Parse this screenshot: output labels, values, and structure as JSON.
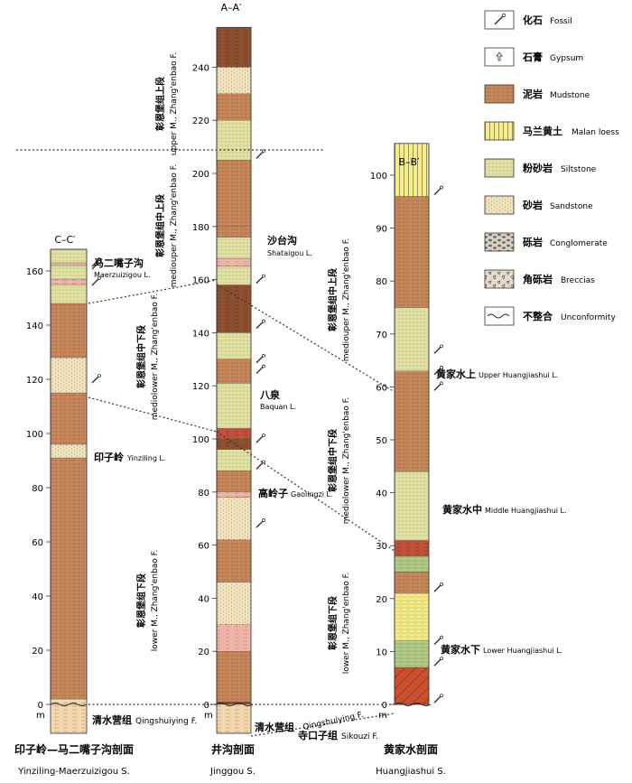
{
  "sections": {
    "cc": {
      "header": "C–C′",
      "name_cn": "印子岭—马二嘴子沟剖面",
      "name_en": "Yinziling-Maerzuizigou S.",
      "ticks": [
        "0",
        "20",
        "40",
        "60",
        "80",
        "100",
        "120",
        "140",
        "160"
      ],
      "m_label": "m"
    },
    "aa": {
      "header": "A–A′",
      "name_cn": "井沟剖面",
      "name_en": "Jinggou S.",
      "ticks": [
        "0",
        "20",
        "40",
        "60",
        "80",
        "100",
        "120",
        "140",
        "160",
        "180",
        "200",
        "220",
        "240"
      ],
      "m_label": "m"
    },
    "bb": {
      "header": "B–B′",
      "name_cn": "黄家水剖面",
      "name_en": "Huangjiashui S.",
      "ticks": [
        "0",
        "10",
        "20",
        "30",
        "40",
        "50",
        "60",
        "70",
        "80",
        "90",
        "100"
      ],
      "m_label": "m"
    }
  },
  "formations": {
    "aa_upper_cn": "彰恩堡组上段",
    "aa_upper_en": "upper M., Zhang'enbao F.",
    "aa_mu_cn": "彰恩堡组中上段",
    "aa_mu_en": "mediouper M., Zhang'enbao F.",
    "aa_ml_cn": "彰恩堡组中下段",
    "aa_ml_en": "mediolower M., Zhang'enbao F.",
    "aa_lower_cn": "彰恩堡组下段",
    "aa_lower_en": "lower M., Zhang'enbao F.",
    "bb_mu_cn": "彰恩堡组中上段",
    "bb_mu_en": "mediouper M., Zhang'enbao F.",
    "bb_ml_cn": "彰恩堡组中下段",
    "bb_ml_en": "mediolower M., Zhang'enbao F.",
    "bb_lower_cn": "彰恩堡组下段",
    "bb_lower_en": "lower M., Zhang'enbao F."
  },
  "layer_labels": {
    "maerzuizigou_cn": "马二嘴子沟",
    "maerzuizigou_en": "Maerzuizigou L.",
    "yinziling_cn": "印子岭",
    "yinziling_en": "Yinziling L.",
    "qingshuiying_cc_cn": "清水营组",
    "qingshuiying_cc_en": "Qingshuiying F.",
    "shataigou_cn": "沙台沟",
    "shataigou_en": "Shataigou L.",
    "baquan_cn": "八泉",
    "baquan_en": "Baquan L.",
    "gaolingzi_cn": "高岭子",
    "gaolingzi_en": "Gaolingzi L.",
    "qingshuiying_aa_cn": "清水营组",
    "qingshuiying_aa_en": "Qingshuiying F.",
    "sikouzi_cn": "寺口子组",
    "sikouzi_en": "Sikouzi F.",
    "upper_hjs_cn": "黄家水上",
    "upper_hjs_en": "Upper Huangjiashui L.",
    "middle_hjs_cn": "黄家水中",
    "middle_hjs_en": "Middle Huangjiashui L.",
    "lower_hjs_cn": "黄家水下",
    "lower_hjs_en": "Lower Huangjiashui L."
  },
  "legend": [
    {
      "cn": "化石",
      "en": "Fossil",
      "icon": "fossil-icon"
    },
    {
      "cn": "石膏",
      "en": "Gypsum",
      "icon": "gypsum-icon"
    },
    {
      "cn": "泥岩",
      "en": "Mudstone",
      "icon": "mudstone-icon"
    },
    {
      "cn": "马兰黄土",
      "en": "Malan loess",
      "icon": "malan-loess-icon"
    },
    {
      "cn": "粉砂岩",
      "en": "Siltstone",
      "icon": "siltstone-icon"
    },
    {
      "cn": "砂岩",
      "en": "Sandstone",
      "icon": "sandstone-icon"
    },
    {
      "cn": "砾岩",
      "en": "Conglomerate",
      "icon": "conglomerate-icon"
    },
    {
      "cn": "角砾岩",
      "en": "Breccias",
      "icon": "breccias-icon"
    },
    {
      "cn": "不整合",
      "en": "Unconformity",
      "icon": "unconformity-icon"
    }
  ],
  "colors": {
    "mudstone": "#c8875a",
    "siltstone": "#e6e6a6",
    "sandstone": "#f1e3bd",
    "red": "#c0503c",
    "pink": "#eeb4a8",
    "green": "#b4cc88",
    "yellow": "#f5ee88",
    "dark": "#8c5030"
  }
}
